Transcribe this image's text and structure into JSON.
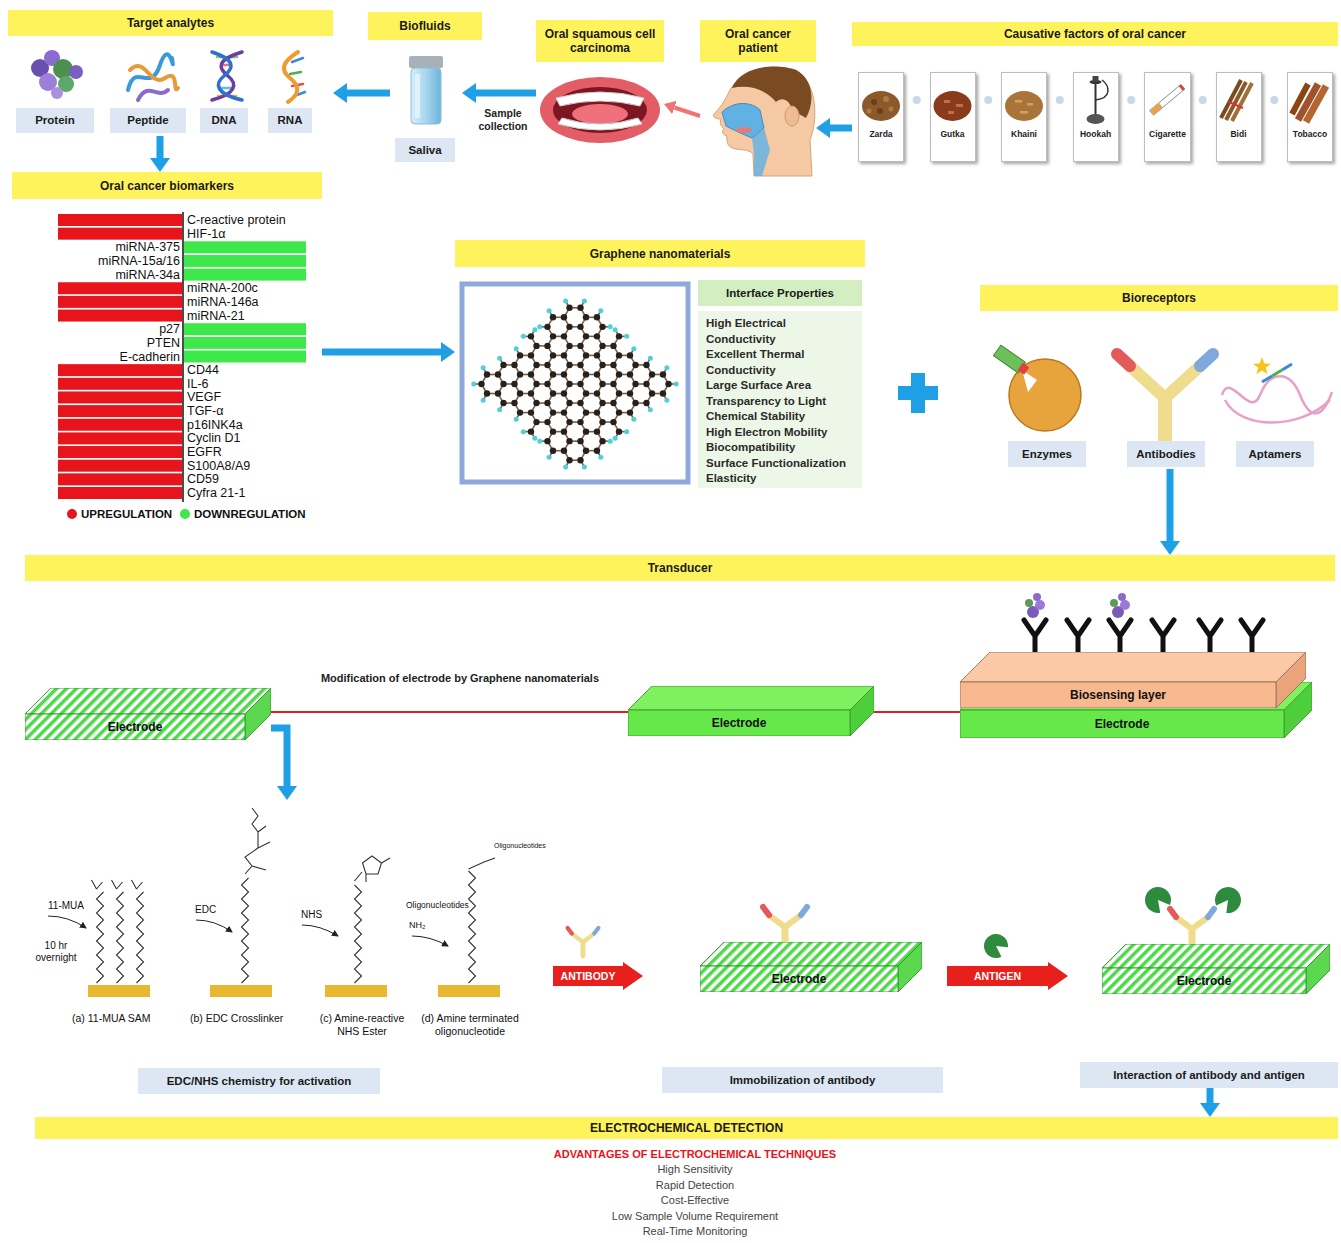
{
  "diagram": {
    "nodes": [
      {
        "text": [
          "Target analytes"
        ]
      },
      {
        "text": [
          "Protein"
        ],
        "in": 0
      },
      {
        "text": [
          "Peptide"
        ],
        "in": 0
      },
      {
        "text": [
          "DNA"
        ],
        "in": 0
      },
      {
        "text": [
          "RNA"
        ],
        "in": 0
      },
      {
        "text": [
          "Biofluids"
        ]
      },
      {
        "text": [
          "Saliva"
        ]
      },
      {
        "text": [
          "Oral squamous cell carcinoma"
        ]
      },
      {
        "text": [
          "Oral cancer patient"
        ]
      },
      {
        "text": [
          "Causative factors of oral cancer"
        ]
      },
      {
        "text": [
          "Zarda"
        ],
        "in": 9
      },
      {
        "text": [
          "Gutka"
        ],
        "in": 9
      },
      {
        "text": [
          "Khaini"
        ],
        "in": 9
      },
      {
        "text": [
          "Hookah"
        ],
        "in": 9
      },
      {
        "text": [
          "Cigarette"
        ],
        "in": 9
      },
      {
        "text": [
          "Bidi"
        ],
        "in": 9
      },
      {
        "text": [
          "Tobacco"
        ],
        "in": 9
      },
      {
        "text": [
          "Oral cancer biomarkers"
        ]
      },
      {
        "text": [
          "Graphene nanomaterials"
        ]
      },
      {
        "text": [
          "Interface Properties"
        ],
        "in": 18
      },
      {
        "text": [
          "High Electrical Conductivity",
          "Excellent Thermal Conductivity",
          "Large Surface Area",
          "Transparency to Light",
          "Chemical Stability",
          "High Electron Mobility",
          "Biocompatibility",
          "Surface Functionalization",
          "Elasticity"
        ],
        "in": 18
      },
      {
        "text": [
          "Bioreceptors"
        ]
      },
      {
        "text": [
          "Enzymes"
        ],
        "in": 21
      },
      {
        "text": [
          "Antibodies"
        ],
        "in": 21
      },
      {
        "text": [
          "Aptamers"
        ],
        "in": 21
      },
      {
        "text": [
          "Transducer"
        ]
      },
      {
        "text": [
          "Electrode"
        ]
      },
      {
        "text": [
          "Electrode"
        ]
      },
      {
        "text": [
          "Biosensing layer"
        ]
      },
      {
        "text": [
          "Electrode"
        ]
      },
      {
        "text": [
          "EDC/NHS chemistry for activation"
        ]
      },
      {
        "text": [
          "ANTIBODY"
        ]
      },
      {
        "text": [
          "Electrode"
        ]
      },
      {
        "text": [
          "ANTIGEN"
        ]
      },
      {
        "text": [
          "Electrode"
        ]
      },
      {
        "text": [
          "Immobilization of antibody"
        ]
      },
      {
        "text": [
          "Interaction of antibody and antigen"
        ]
      },
      {
        "text": [
          "ELECTROCHEMICAL DETECTION"
        ]
      }
    ],
    "edges": [
      {
        "from": 9,
        "to": 8,
        "arrow": "to"
      },
      {
        "from": 8,
        "to": 7,
        "arrow": "to"
      },
      {
        "from": 7,
        "to": 6,
        "label": "Sample collection",
        "arrow": "to"
      },
      {
        "from": 6,
        "to": 0,
        "arrow": "to"
      },
      {
        "from": 0,
        "to": 17,
        "arrow": "to"
      },
      {
        "from": 17,
        "to": 18,
        "arrow": "to"
      },
      {
        "from": 21,
        "to": 25,
        "arrow": "to"
      },
      {
        "from": 26,
        "to": 27,
        "label": "Modification of electrode by Graphene nanomaterials",
        "arrow": "none"
      },
      {
        "from": 27,
        "to": 29,
        "arrow": "none"
      },
      {
        "from": 26,
        "to": 30,
        "arrow": "to"
      },
      {
        "from": 36,
        "to": 37,
        "arrow": "to"
      }
    ],
    "labels": [
      "C-reactive protein",
      "HIF-1α",
      "miRNA-375",
      "miRNA-15a/16",
      "miRNA-34a",
      "miRNA-200c",
      "miRNA-146a",
      "miRNA-21",
      "p27",
      "PTEN",
      "E-cadherin",
      "CD44",
      "IL-6",
      "VEGF",
      "TGF-α",
      "p16INK4a",
      "Cyclin D1",
      "EGFR",
      "S100A8/A9",
      "CD59",
      "Cyfra 21-1",
      "11-MUA",
      "10 hr overnight",
      "EDC",
      "NHS",
      "Oligonucleotides",
      "NH₂",
      "Oligonucleotides",
      "(a) 11-MUA SAM",
      "(b) EDC Crosslinker",
      "(c) Amine-reactive NHS Ester",
      "(d) Amine terminated oligonucleotide",
      "ADVANTAGES OF ELECTROCHEMICAL TECHNIQUES",
      "High Sensitivity",
      "Rapid Detection",
      "Cost-Effective",
      "Low Sample Volume Requirement",
      "Real-Time Monitoring"
    ],
    "legend": [
      {
        "text": "UPREGULATION",
        "color": "#e8141b"
      },
      {
        "text": "DOWNREGULATION",
        "color": "#3ee84a"
      }
    ]
  }
}
